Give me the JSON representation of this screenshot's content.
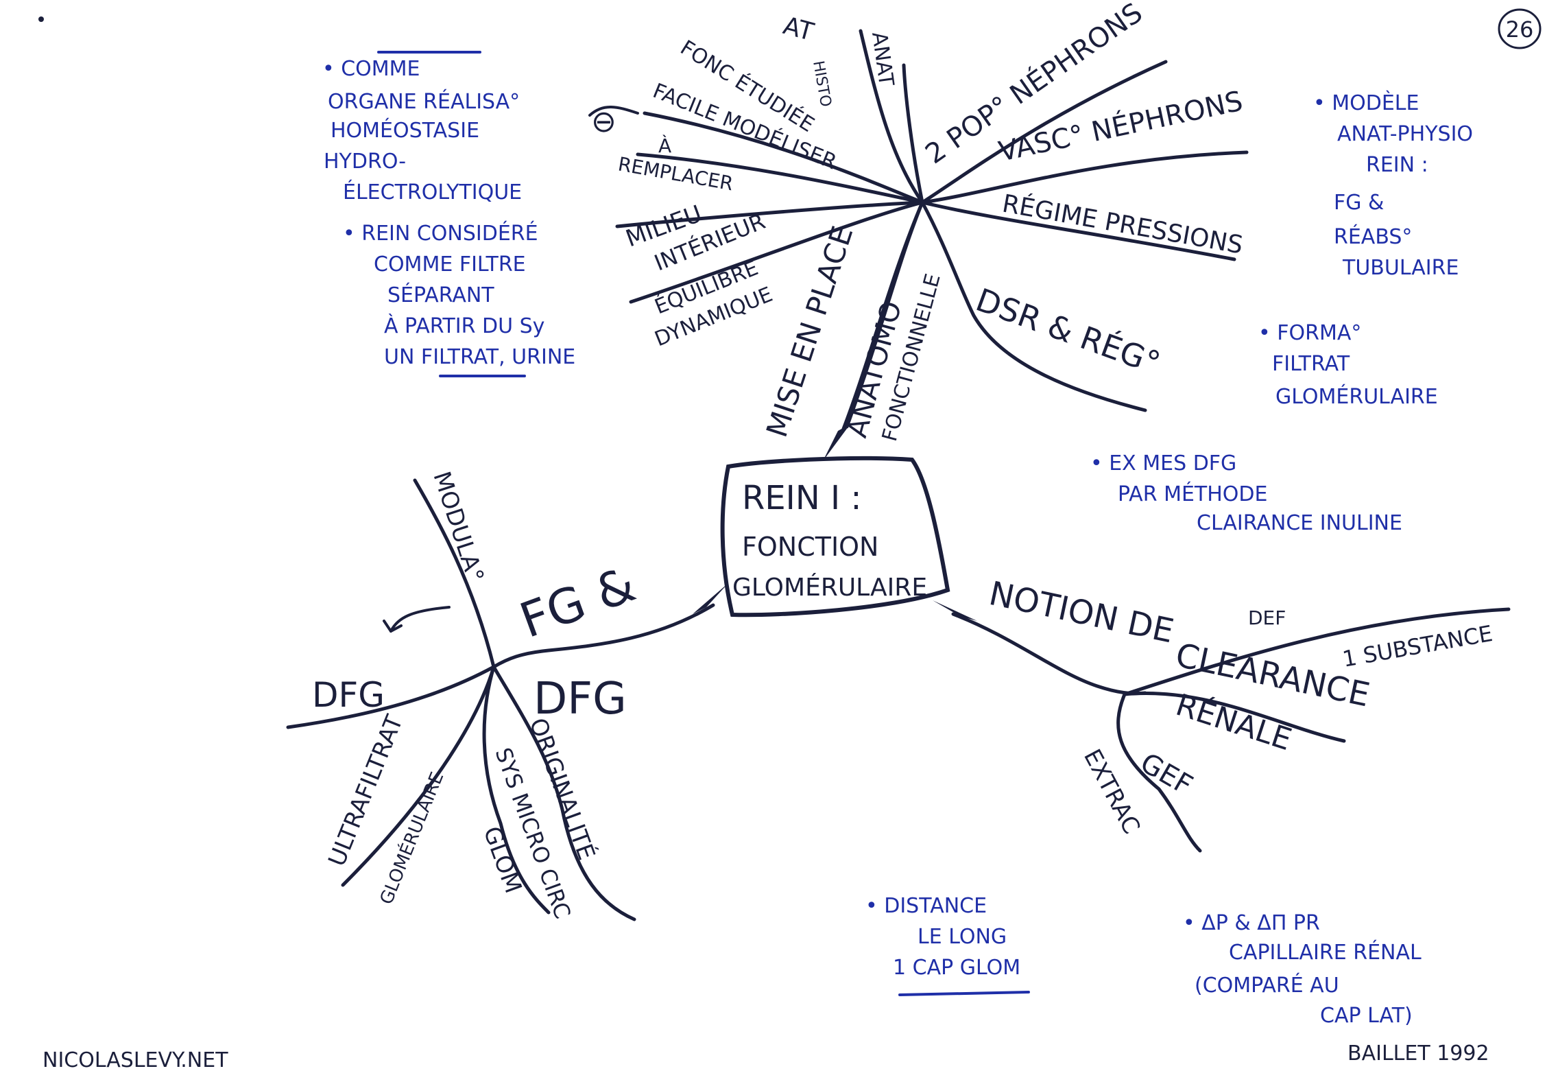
{
  "center": {
    "line1": "REIN I :",
    "line2": "FONCTION",
    "line3": "GLOMÉRULAIRE"
  },
  "page_number": "26",
  "branches": {
    "mise_en_place": "MISE EN PLACE",
    "anatomo": [
      "ANATOMO",
      "FONCTIONNELLE"
    ],
    "fg_dfg": "FG &",
    "dfg_main": "DFG",
    "notion": "NOTION DE",
    "clearance": "CLEARANCE",
    "renale": "RÉNALE"
  },
  "top_left_sub": {
    "at": "AT",
    "histo": "HISTO",
    "anat": "ANAT",
    "fonc": "FONC ÉTUDIÉE",
    "facile": "FACILE MODÉLISER",
    "minus": "⊖",
    "a_remplacer": [
      "À",
      "REMPLACER"
    ],
    "milieu": [
      "MILIEU",
      "INTÉRIEUR"
    ],
    "equilibre": [
      "ÉQUILIBRE",
      "DYNAMIQUE"
    ]
  },
  "top_right_sub": {
    "deux_pop": "2 POP° NÉPHRONS",
    "vasc": "VASC° NÉPHRONS",
    "regime": "RÉGIME PRESSIONS",
    "dsr": "DSR & RÉG°"
  },
  "left_sub": {
    "modula": "MODULA°",
    "dfg": "DFG",
    "ultrafiltrat": "ULTRAFILTRAT",
    "glomerulaire": "GLOMÉRULAIRE",
    "sys_micro": [
      "SYS MICRO CIRC",
      "GLOM"
    ],
    "originalite": "ORIGINALITÉ"
  },
  "right_sub": {
    "def": "DEF",
    "subs": "1 SUBSTANCE",
    "gef": "GEF",
    "extrac": "EXTRAC"
  },
  "notes": {
    "organe": [
      "• COMME",
      "ORGANE RÉALISA°",
      "HOMÉOSTASIE",
      "HYDRO-",
      "ÉLECTROLYTIQUE"
    ],
    "rein_considere": [
      "• REIN CONSIDÉRÉ",
      "COMME FILTRE",
      "SÉPARANT",
      "À PARTIR DU Sy",
      "UN FILTRAT, URINE"
    ],
    "modele": [
      "• MODÈLE",
      "ANAT-PHYSIO",
      "REIN :",
      "FG &",
      "RÉABS°",
      "TUBULAIRE"
    ],
    "formation": [
      "• FORMA°",
      "FILTRAT",
      "GLOMÉRULAIRE"
    ],
    "ex_mes": [
      "• EX MES DFG",
      "PAR MÉTHODE",
      "CLAIRANCE INULINE"
    ],
    "distance": [
      "• DISTANCE",
      "LE LONG",
      "1 CAP GLOM"
    ],
    "delta": [
      "• ΔP & ΔΠ PR",
      "CAPILLAIRE RÉNAL",
      "(COMPARÉ AU",
      "CAP LAT)"
    ]
  },
  "footer": {
    "website": "NICOLASLEVY.NET",
    "signature": "BAILLET 1992"
  },
  "colors": {
    "marker_black": "#1b1f3b",
    "pen_blue": "#1f2fa8",
    "background": "#ffffff"
  }
}
